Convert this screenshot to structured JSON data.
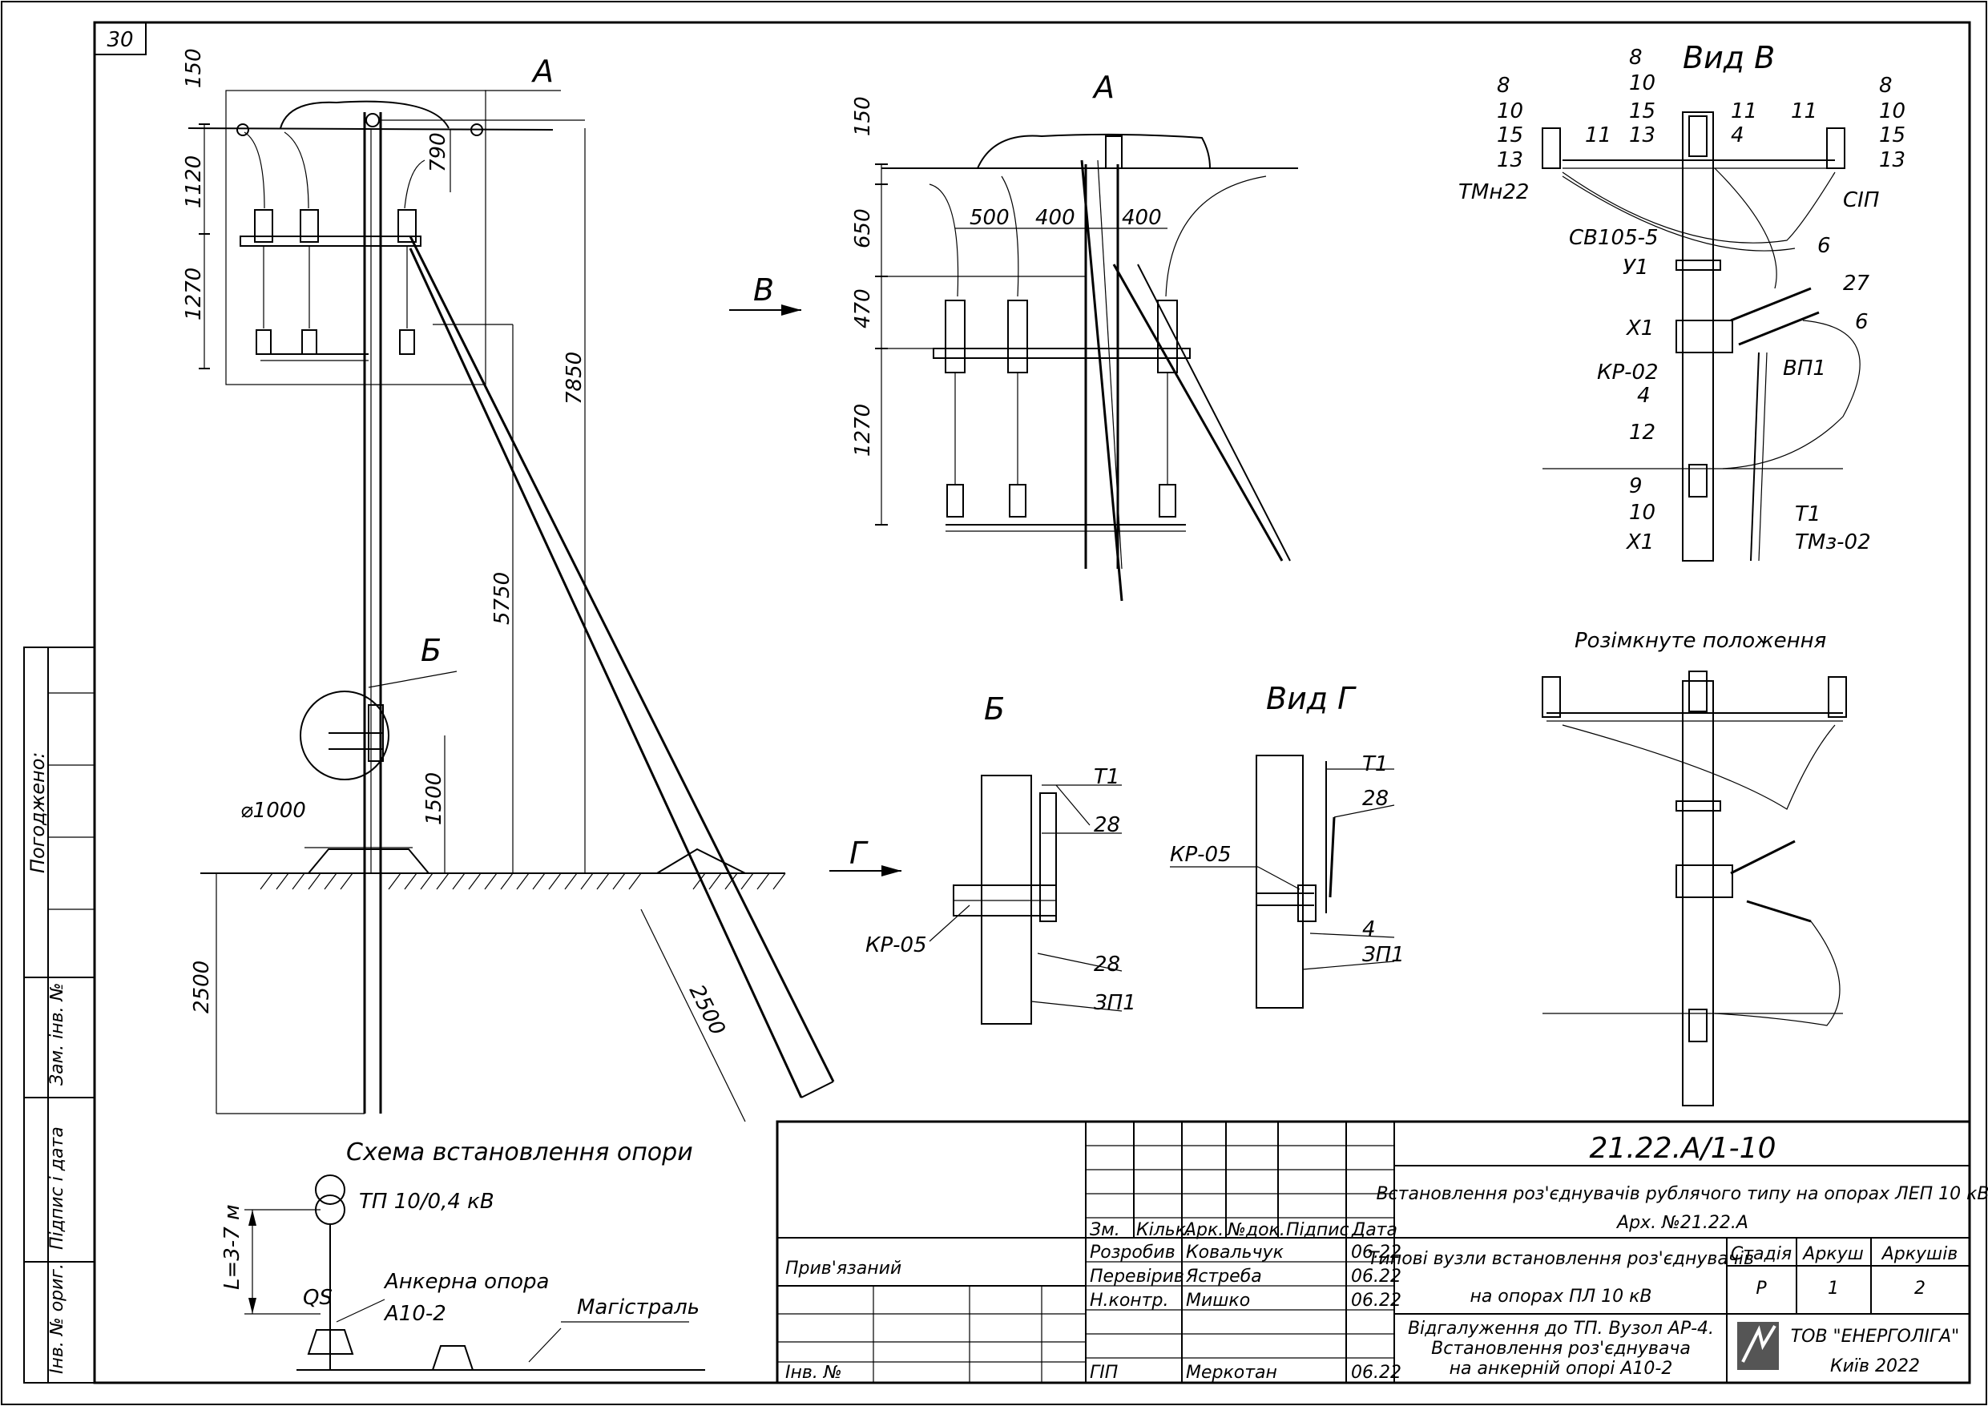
{
  "sheet": {
    "sheet_corner": "30",
    "side_stamps": {
      "agreed": "Погоджено:",
      "replaced_inv": "Зам. інв. №",
      "signature_date": "Підпис і дата",
      "orig_inv": "Інв. № ориг."
    }
  },
  "main_view": {
    "callout_a": "А",
    "callout_b": "Б",
    "dims": {
      "d150": "150",
      "d1120": "1120",
      "d1270": "1270",
      "d790": "790",
      "d7850": "7850",
      "d5750": "5750",
      "d1500": "1500",
      "d2500_v": "2500",
      "d2500_s": "2500",
      "d1000": "⌀1000"
    },
    "view_arrow_b": "В",
    "view_arrow_g": "Г"
  },
  "detail_a": {
    "title": "А",
    "dims": {
      "d150": "150",
      "d650": "650",
      "d470": "470",
      "d1270": "1270",
      "d500": "500",
      "d400a": "400",
      "d400b": "400"
    }
  },
  "view_v": {
    "title": "Вид В",
    "labels": {
      "l8a": "8",
      "l10a": "10",
      "l15a": "15",
      "l13a": "13",
      "tmn22": "ТМн22",
      "l8b": "8",
      "l10b": "10",
      "l15b": "15",
      "l13b": "13",
      "l11b": "11",
      "l4b": "4",
      "l11a": "11",
      "l8c": "8",
      "l10c": "10",
      "l11c": "11",
      "l15c": "15",
      "l13c": "13",
      "sip": "СІП",
      "sv105": "СВ105-5",
      "u1": "У1",
      "l6a": "6",
      "l27": "27",
      "x1a": "Х1",
      "kr02": "КР-02",
      "vp1": "ВП1",
      "l6b": "6",
      "l4c": "4",
      "l12": "12",
      "l9": "9",
      "l10d": "10",
      "x1b": "Х1",
      "t1": "Т1",
      "tmz02": "ТМз-02"
    }
  },
  "open_position": {
    "title": "Розімкнуте положення"
  },
  "detail_b": {
    "title": "Б",
    "labels": {
      "t1": "Т1",
      "l28a": "28",
      "kr05": "КР-05",
      "l28b": "28",
      "zp1": "ЗП1"
    }
  },
  "view_g": {
    "title": "Вид Г",
    "labels": {
      "t1": "Т1",
      "l28": "28",
      "kr05": "КР-05",
      "l4": "4",
      "zp1": "ЗП1"
    }
  },
  "scheme": {
    "title": "Схема встановлення опори",
    "tp": "ТП 10/0,4 кВ",
    "length": "L=3-7 м",
    "qs": "QS",
    "anchor1": "Анкерна опора",
    "anchor2": "А10-2",
    "main_line": "Магістраль"
  },
  "title_block": {
    "code": "21.22.А/1-10",
    "description": "Встановлення роз'єднувачів рублячого типу на опорах ЛЕП 10 кВ",
    "archive": "Арх. №21.22.А",
    "tied": "Прив'язаний",
    "inv": "Інв. №",
    "headers": [
      "Зм.",
      "Кільк.",
      "Арк.",
      "№док.",
      "Підпис",
      "Дата"
    ],
    "people": [
      {
        "role": "Розробив",
        "name": "Ковальчук",
        "date": "06.22"
      },
      {
        "role": "Перевірив",
        "name": "Ястреба",
        "date": "06.22"
      },
      {
        "role": "Н.контр.",
        "name": "Мишко",
        "date": "06.22"
      },
      {
        "role": "ГІП",
        "name": "Меркотан",
        "date": "06.22"
      }
    ],
    "typical_1": "Типові вузли встановлення роз'єднувачів",
    "typical_2": "на опорах ПЛ 10 кВ",
    "stage_hdr": "Стадія",
    "sheet_hdr": "Аркуш",
    "sheets_hdr": "Аркушів",
    "stage": "Р",
    "sheet_no": "1",
    "sheets_total": "2",
    "branch_1": "Відгалуження до ТП. Вузол АР-4.",
    "branch_2": "Встановлення роз'єднувача",
    "branch_3": "на анкерній опорі А10-2",
    "company": "ТОВ \"ЕНЕРГОЛІГА\"",
    "city": "Київ 2022"
  }
}
